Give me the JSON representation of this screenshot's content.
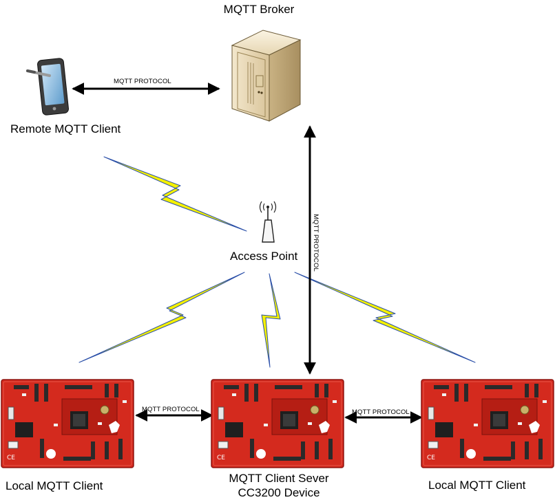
{
  "nodes": {
    "broker": {
      "label": "MQTT Broker",
      "icon": "server-tower-icon"
    },
    "remote_client": {
      "label": "Remote MQTT Client",
      "icon": "tablet-stylus-icon"
    },
    "access_point": {
      "label": "Access Point",
      "icon": "wireless-access-point-icon"
    },
    "local_client_left": {
      "label": "Local MQTT Client",
      "icon": "launchpad-board-icon"
    },
    "client_server": {
      "label_line1": "MQTT Client Sever",
      "label_line2": "CC3200 Device",
      "icon": "launchpad-board-icon"
    },
    "local_client_right": {
      "label": "Local MQTT Client",
      "icon": "launchpad-board-icon"
    }
  },
  "connections": {
    "remote_to_broker": "MQTT PROTOCOL",
    "broker_to_server": "MQTT PROTOCOL",
    "left_to_server": "MQTT PROTOCOL",
    "server_to_right": "MQTT PROTOCOL"
  },
  "colors": {
    "board_red": "#d42a1e",
    "board_dark": "#1f1f1f",
    "lightning_fill": "#f4f000",
    "lightning_edge": "#2a4fa8",
    "server_beige": "#e9d8b4",
    "arrow": "#000000"
  }
}
